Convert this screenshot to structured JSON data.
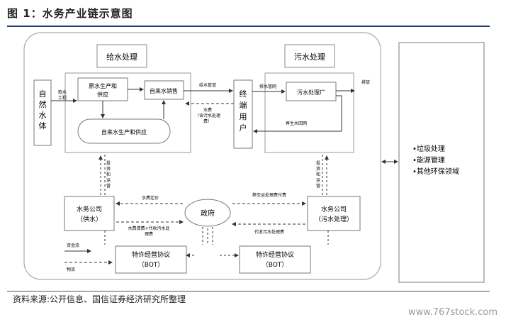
{
  "figure": {
    "title": "图 1：水务产业链示意图",
    "source": "资料来源:公开信息、国信证券经济研究所整理",
    "watermark": "www.767stock.com"
  },
  "nodes": {
    "supply_group": "给水处理",
    "sewage_group": "污水处理",
    "natural_water": "自然水体",
    "raw_water": "原水生产和供应",
    "tap_sales": "自来水销售",
    "tap_production": "自来水生产和供应",
    "end_user": "终端用户",
    "sewage_plant": "污水处理厂",
    "reclaimed_pipe": "再生水回网",
    "government": "政府",
    "water_co_supply": "水务公司\n（供水）",
    "water_co_sewage": "水务公司\n（污水处理）",
    "bot_left": "特许经营协议\n（BOT）",
    "bot_right": "特许经营协议\n（BOT）",
    "env_services": [
      "•垃圾处理",
      "•能源管理",
      "•其他环保领域"
    ]
  },
  "edges": {
    "intake": "取水\n工程",
    "supply_pipe": "给水管道",
    "water_fee": "水费\n（含污水处理\n费）",
    "sewer_pipe": "排水管网",
    "discharge": "排放",
    "supply_invest": "投资和运营",
    "sewage_invest": "投资和运营",
    "price_setting": "水费定价",
    "fee_handover": "水费清费+代收污水处\n理费",
    "treatment_fee_pay": "移交运处理费付费",
    "collect_treatment_fee": "代收污水处理费",
    "legend_cash": "资金流",
    "legend_material": "物流"
  }
}
